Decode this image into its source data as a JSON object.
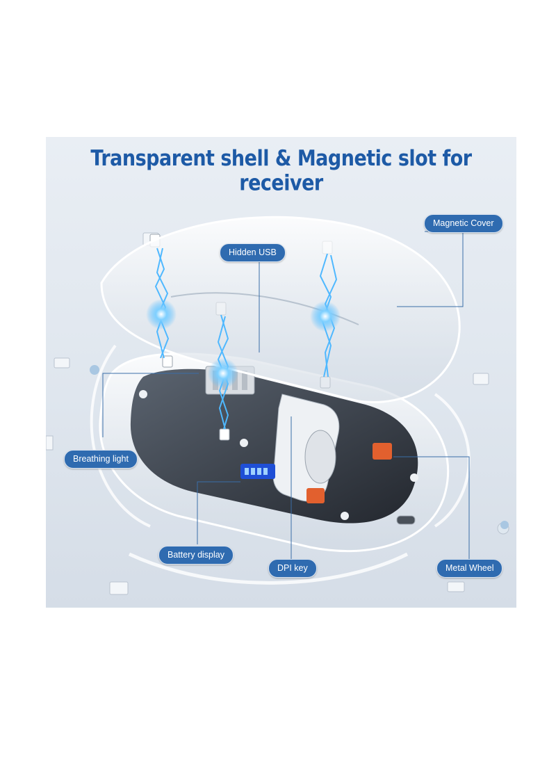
{
  "title": "Transparent shell & Magnetic slot for receiver",
  "callouts": {
    "magnetic_cover": "Magnetic Cover",
    "hidden_usb": "Hidden USB",
    "breathing_light": "Breathing light",
    "battery_display": "Battery display",
    "dpi_key": "DPI key",
    "metal_wheel": "Metal Wheel"
  },
  "colors": {
    "title": "#1d5aa6",
    "callout_bg": "#2f6bb0",
    "background": "#dfe6ee",
    "lightning": "#4fb8ff"
  }
}
